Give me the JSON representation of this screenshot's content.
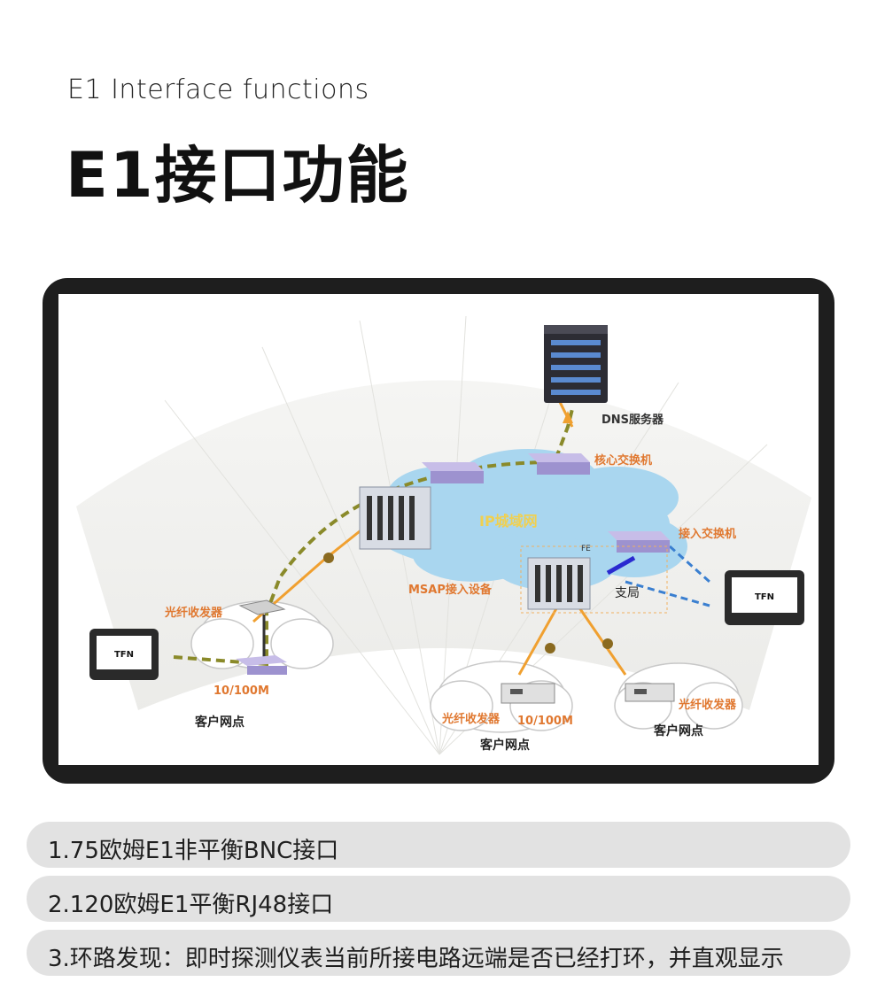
{
  "header": {
    "subtitle": "E1 Interface functions",
    "title": "E1接口功能"
  },
  "diagram": {
    "dns_server": "DNS服务器",
    "core_switch": "核心交换机",
    "ip_network": "IP城域网",
    "access_switch": "接入交换机",
    "fe_label": "FE",
    "msap_device": "MSAP接入设备",
    "branch": "支局",
    "fiber_transceiver": "光纤收发器",
    "speed_label": "10/100M",
    "customer_site": "客户网点",
    "device_brand": "TFN"
  },
  "features": [
    "1.75欧姆E1非平衡BNC接口",
    "2.120欧姆E1平衡RJ48接口",
    "3.环路发现：即时探测仪表当前所接电路远端是否已经打环，并直观显示"
  ],
  "colors": {
    "frame": "#1e1e1e",
    "cloud": "#a9d6ef",
    "orange_link": "#f0a030",
    "olive_path": "#8a8a2a",
    "blue_link": "#3a7fd0",
    "label_orange": "#e07830"
  }
}
